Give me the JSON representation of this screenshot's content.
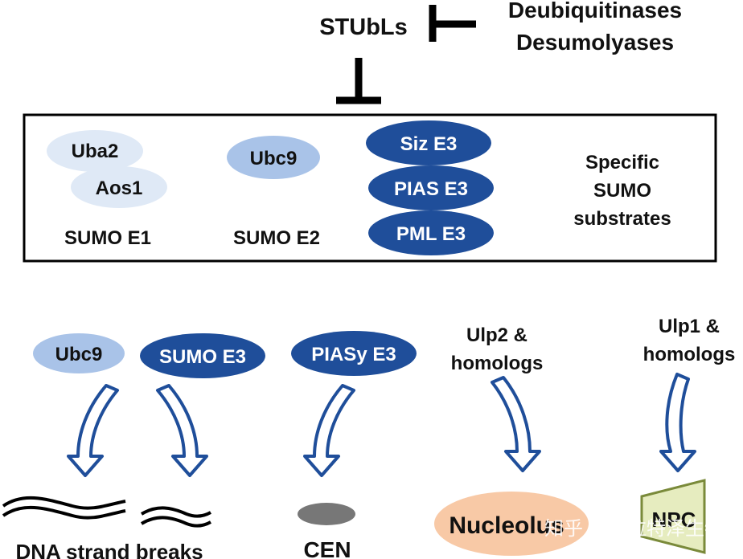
{
  "regulators": {
    "stubls": "STUbLs",
    "deubiquitinases": "Deubiquitinases",
    "desumolyases": "Desumolyases"
  },
  "top_box": {
    "e1_top": "Uba2",
    "e1_bottom": "Aos1",
    "e1_label": "SUMO E1",
    "e2": "Ubc9",
    "e2_label": "SUMO E2",
    "e3_items": [
      "Siz E3",
      "PIAS E3",
      "PML E3"
    ],
    "substrates_lines": [
      "Specific",
      "SUMO",
      "substrates"
    ]
  },
  "bottom": {
    "ubc9": "Ubc9",
    "sumo_e3": "SUMO E3",
    "piasy_e3": "PIASy E3",
    "ulp2_lines": [
      "Ulp2 &",
      "homologs"
    ],
    "ulp1_lines": [
      "Ulp1 &",
      "homologs"
    ],
    "dna_label": "DNA strand breaks",
    "cen_label": "CEN",
    "nucleolus_label": "Nucleolus",
    "npc_label": "NPC"
  },
  "watermark": "知乎 @普拉特泽生物",
  "colors": {
    "light_blue": "#dfe9f6",
    "mid_blue": "#a9c3e8",
    "dark_blue": "#1f4e9a",
    "nucleolus": "#f8c9a6",
    "npc": "#e6ecbf",
    "cen": "#777777"
  }
}
